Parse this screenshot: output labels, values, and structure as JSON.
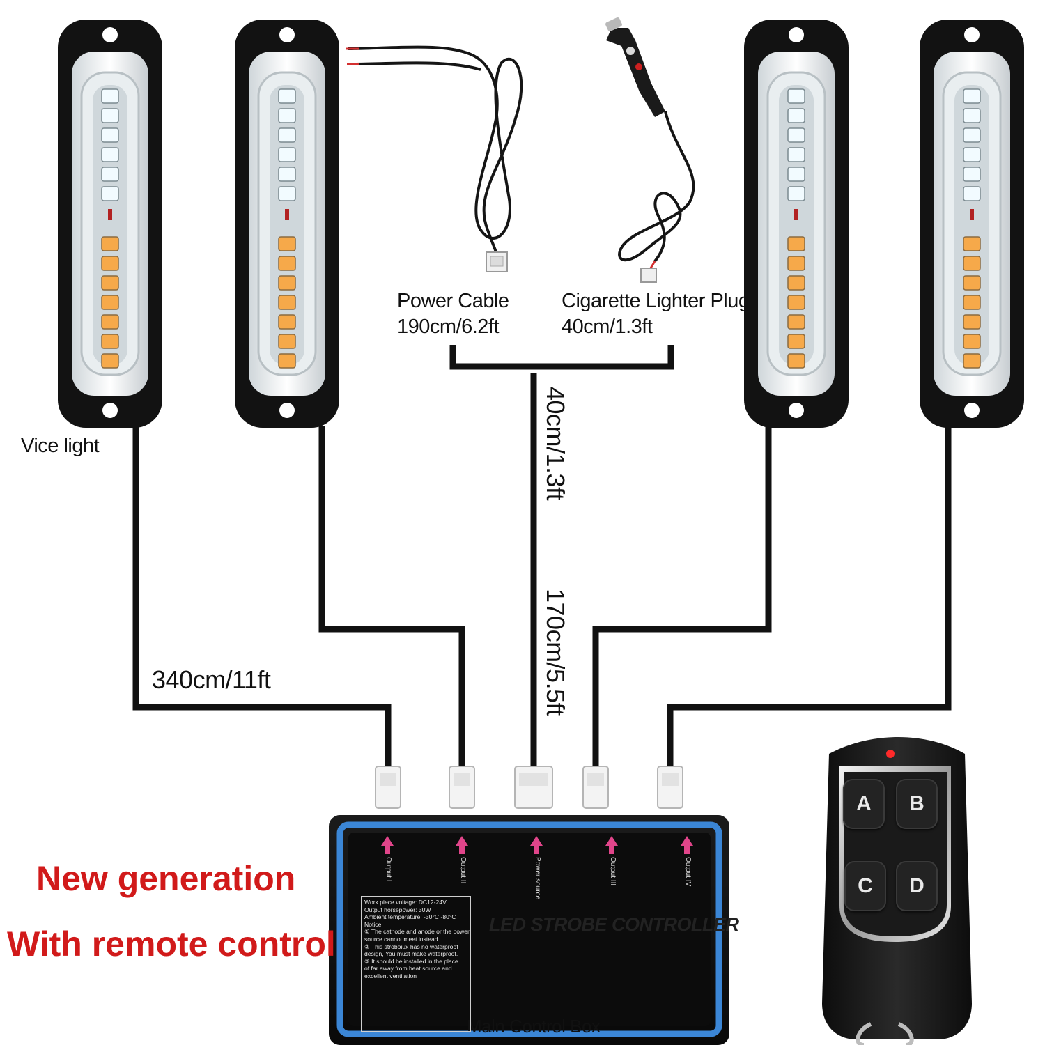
{
  "labels": {
    "vice_light": "Vice light",
    "power_cable_title": "Power Cable",
    "power_cable_length": "190cm/6.2ft",
    "lighter_plug_title": "Cigarette Lighter Plug",
    "lighter_plug_length": "40cm/1.3ft",
    "light_cable_length": "340cm/11ft",
    "vertical_short": "40cm/1.3ft",
    "vertical_long": "170cm/5.5ft",
    "main_box": "Maln Control Box"
  },
  "promo": {
    "line1": "New generation",
    "line2": "With remote control"
  },
  "controller": {
    "title": "LED STROBE CONTROLLER",
    "ports": [
      "Output I",
      "Output II",
      "Power source",
      "Output III",
      "Output IV"
    ],
    "notice_lines": [
      "Work piece voltage:   DC12-24V",
      "Output horsepower:     30W",
      "Ambient temperature:  -30°C -80°C",
      "Notice",
      "① The cathode and anode or the power",
      "   source cannot meet instead.",
      "② This stroboiux  has no waterproof",
      "   design, You must  make waterproof.",
      "③ It should be  installed in  the place",
      "   of far away  from heat source  and",
      "   excellent ventilation"
    ]
  },
  "remote": {
    "buttons": [
      "A",
      "B",
      "C",
      "D"
    ]
  },
  "colors": {
    "promo_red": "#d11a1a",
    "controller_blue": "#3b86d6",
    "cable_black": "#111111",
    "led_white": "#f2fbff",
    "led_amber": "#f6a94a",
    "remote_led_red": "#ff2a2a"
  }
}
